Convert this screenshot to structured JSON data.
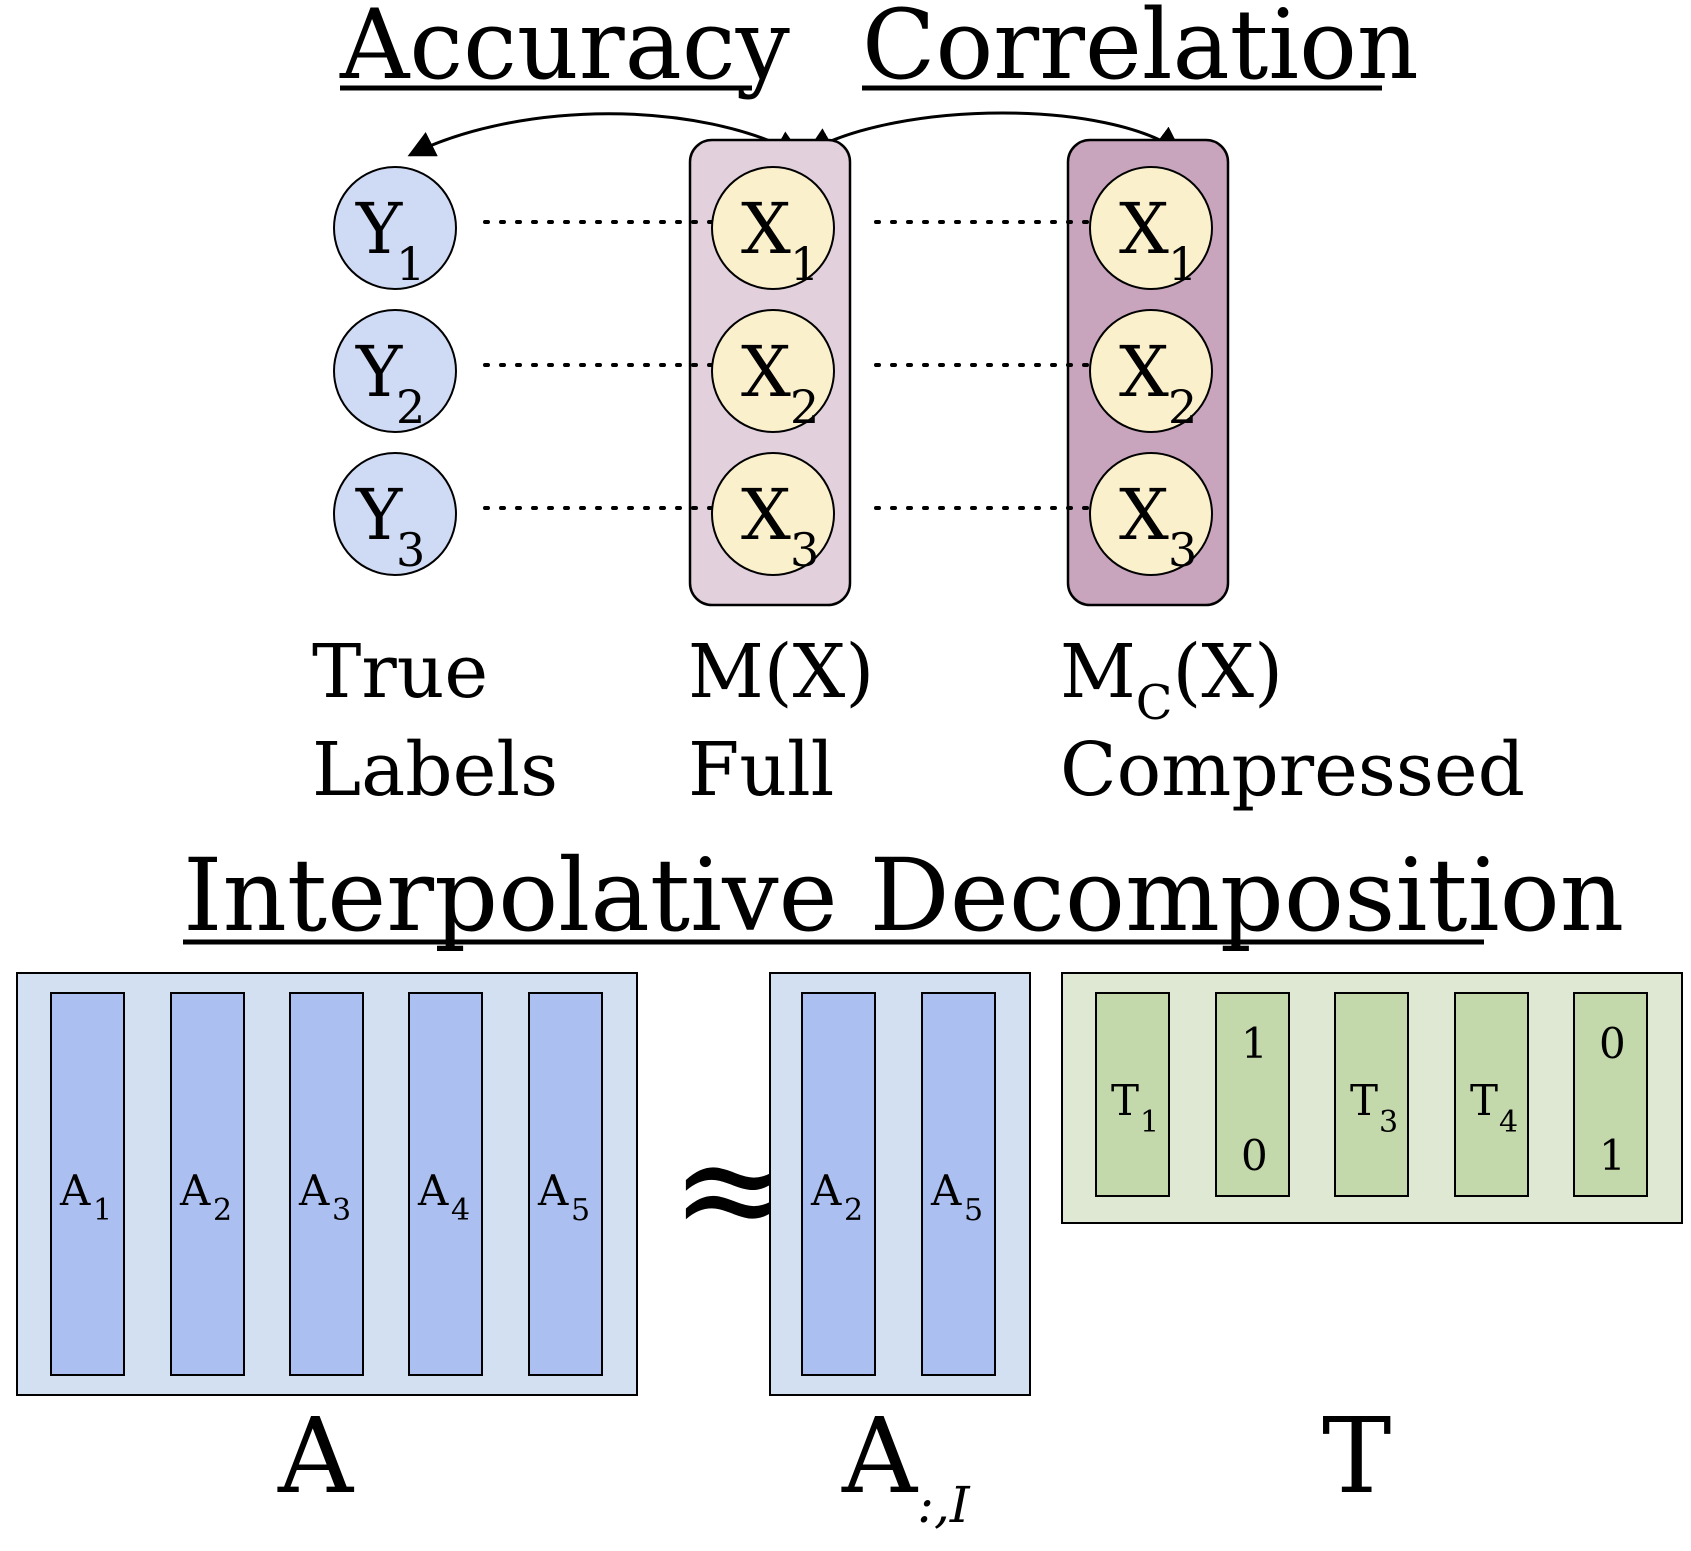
{
  "titles": {
    "accuracy": "Accuracy",
    "correlation": "Correlation",
    "decomposition": "Interpolative Decomposition"
  },
  "nodes": {
    "y": [
      {
        "main": "Y",
        "sub": "1"
      },
      {
        "main": "Y",
        "sub": "2"
      },
      {
        "main": "Y",
        "sub": "3"
      }
    ],
    "x_full": [
      {
        "main": "X",
        "sub": "1"
      },
      {
        "main": "X",
        "sub": "2"
      },
      {
        "main": "X",
        "sub": "3"
      }
    ],
    "x_compressed": [
      {
        "main": "X",
        "sub": "1"
      },
      {
        "main": "X",
        "sub": "2"
      },
      {
        "main": "X",
        "sub": "3"
      }
    ]
  },
  "captions": {
    "true_line1": "True",
    "true_line2": "Labels",
    "full_line1": "M(X)",
    "full_line2": "Full",
    "comp_m": "M",
    "comp_sub": "C",
    "comp_rest": "(X)",
    "comp_line2": "Compressed"
  },
  "matrix_a": {
    "label": "A",
    "columns": [
      {
        "main": "A",
        "sub": "1"
      },
      {
        "main": "A",
        "sub": "2"
      },
      {
        "main": "A",
        "sub": "3"
      },
      {
        "main": "A",
        "sub": "4"
      },
      {
        "main": "A",
        "sub": "5"
      }
    ]
  },
  "approx_symbol": "≈",
  "matrix_ai": {
    "label": "A",
    "label_sub": ":,I",
    "columns": [
      {
        "main": "A",
        "sub": "2"
      },
      {
        "main": "A",
        "sub": "5"
      }
    ]
  },
  "matrix_t": {
    "label": "T",
    "columns": [
      {
        "kind": "label",
        "main": "T",
        "sub": "1"
      },
      {
        "kind": "identity",
        "top": "1",
        "bottom": "0"
      },
      {
        "kind": "label",
        "main": "T",
        "sub": "3"
      },
      {
        "kind": "label",
        "main": "T",
        "sub": "4"
      },
      {
        "kind": "identity",
        "top": "0",
        "bottom": "1"
      }
    ]
  },
  "colors": {
    "y_fill": "#cfdaf5",
    "x_fill": "#fbf0cc",
    "full_box": "#e2d1dd",
    "compressed_box": "#c8a5bd",
    "matrix_bg": "#d3e0f1",
    "matrix_col": "#abbff0",
    "t_bg": "#dfe8d3",
    "t_col": "#c3d8ab"
  }
}
